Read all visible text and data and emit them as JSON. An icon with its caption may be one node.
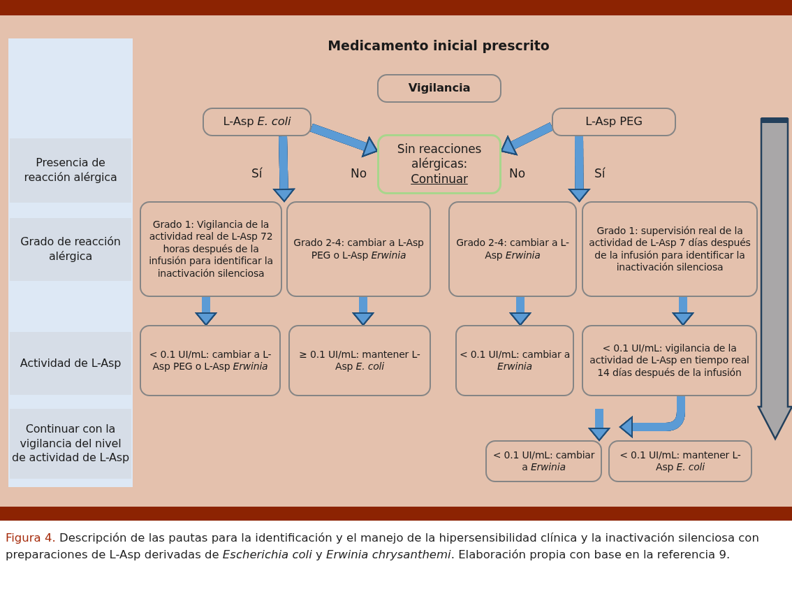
{
  "diagram": {
    "title": "Medicamento inicial prescrito",
    "caption": "**Figura 4.** Descripción de las pautas para la identificación y el manejo de la hipersensibilidad clínica y la inactivación silenciosa con preparaciones de L-Asp derivadas de *Escherichia coli* y *Erwinia chrysanthemi*. Elaboración propia con base en la referencia 9.",
    "nodes": [
      {
        "text": [
          "Vigilancia"
        ]
      },
      {
        "text": [
          "L-Asp *E. coli*"
        ]
      },
      {
        "text": [
          "L-Asp PEG"
        ]
      },
      {
        "text": [
          "Sin reacciones alérgicas:",
          "Continuar"
        ]
      },
      {
        "text": [
          "Grado 1: Vigilancia de la actividad real de L-Asp 72 horas después de la infusión para identificar la inactivación silenciosa"
        ]
      },
      {
        "text": [
          "Grado 2-4: cambiar a L-Asp PEG o L-Asp *Erwinia*"
        ]
      },
      {
        "text": [
          "Grado 2-4: cambiar a  L-Asp *Erwinia*"
        ]
      },
      {
        "text": [
          "Grado 1: supervisión real de la actividad de L-Asp 7 días después de la infusión para identificar la inactivación silenciosa"
        ]
      },
      {
        "text": [
          "< 0.1 UI/mL: cambiar a L-Asp PEG o L-Asp *Erwinia*"
        ]
      },
      {
        "text": [
          "≥ 0.1 UI/mL: mantener L-Asp *E. coli*"
        ]
      },
      {
        "text": [
          "< 0.1 UI/mL: cambiar a *Erwinia*"
        ]
      },
      {
        "text": [
          "< 0.1 UI/mL: vigilancia de la actividad de L-Asp en tiempo real 14 días después de la infusión"
        ]
      },
      {
        "text": [
          "< 0.1 UI/mL: cambiar a *Erwinia*"
        ]
      },
      {
        "text": [
          "< 0.1 UI/mL: mantener L-Asp *E. coli*"
        ]
      },
      {
        "text": [
          "Presencia de reacción alérgica"
        ]
      },
      {
        "text": [
          "Grado de reacción alérgica"
        ]
      },
      {
        "text": [
          "Actividad de L-Asp"
        ]
      },
      {
        "text": [
          "Continuar con la vigilancia del nivel de actividad de L-Asp"
        ]
      }
    ],
    "edges": [
      {
        "from": 1,
        "to": 3,
        "arrow": "to",
        "label": "No"
      },
      {
        "from": 2,
        "to": 3,
        "arrow": "to",
        "label": "No"
      },
      {
        "from": 1,
        "to": 4,
        "arrow": "to",
        "label": "Sí"
      },
      {
        "from": 1,
        "to": 5,
        "arrow": "to"
      },
      {
        "from": 2,
        "to": 6,
        "arrow": "to",
        "label": "Sí"
      },
      {
        "from": 2,
        "to": 7,
        "arrow": "to"
      },
      {
        "from": 4,
        "to": 8,
        "arrow": "to"
      },
      {
        "from": 5,
        "to": 9,
        "arrow": "to"
      },
      {
        "from": 6,
        "to": 10,
        "arrow": "to"
      },
      {
        "from": 7,
        "to": 11,
        "arrow": "to"
      },
      {
        "from": 11,
        "to": 13,
        "arrow": "to"
      },
      {
        "from": null,
        "to": 12,
        "arrow": "to"
      }
    ]
  }
}
